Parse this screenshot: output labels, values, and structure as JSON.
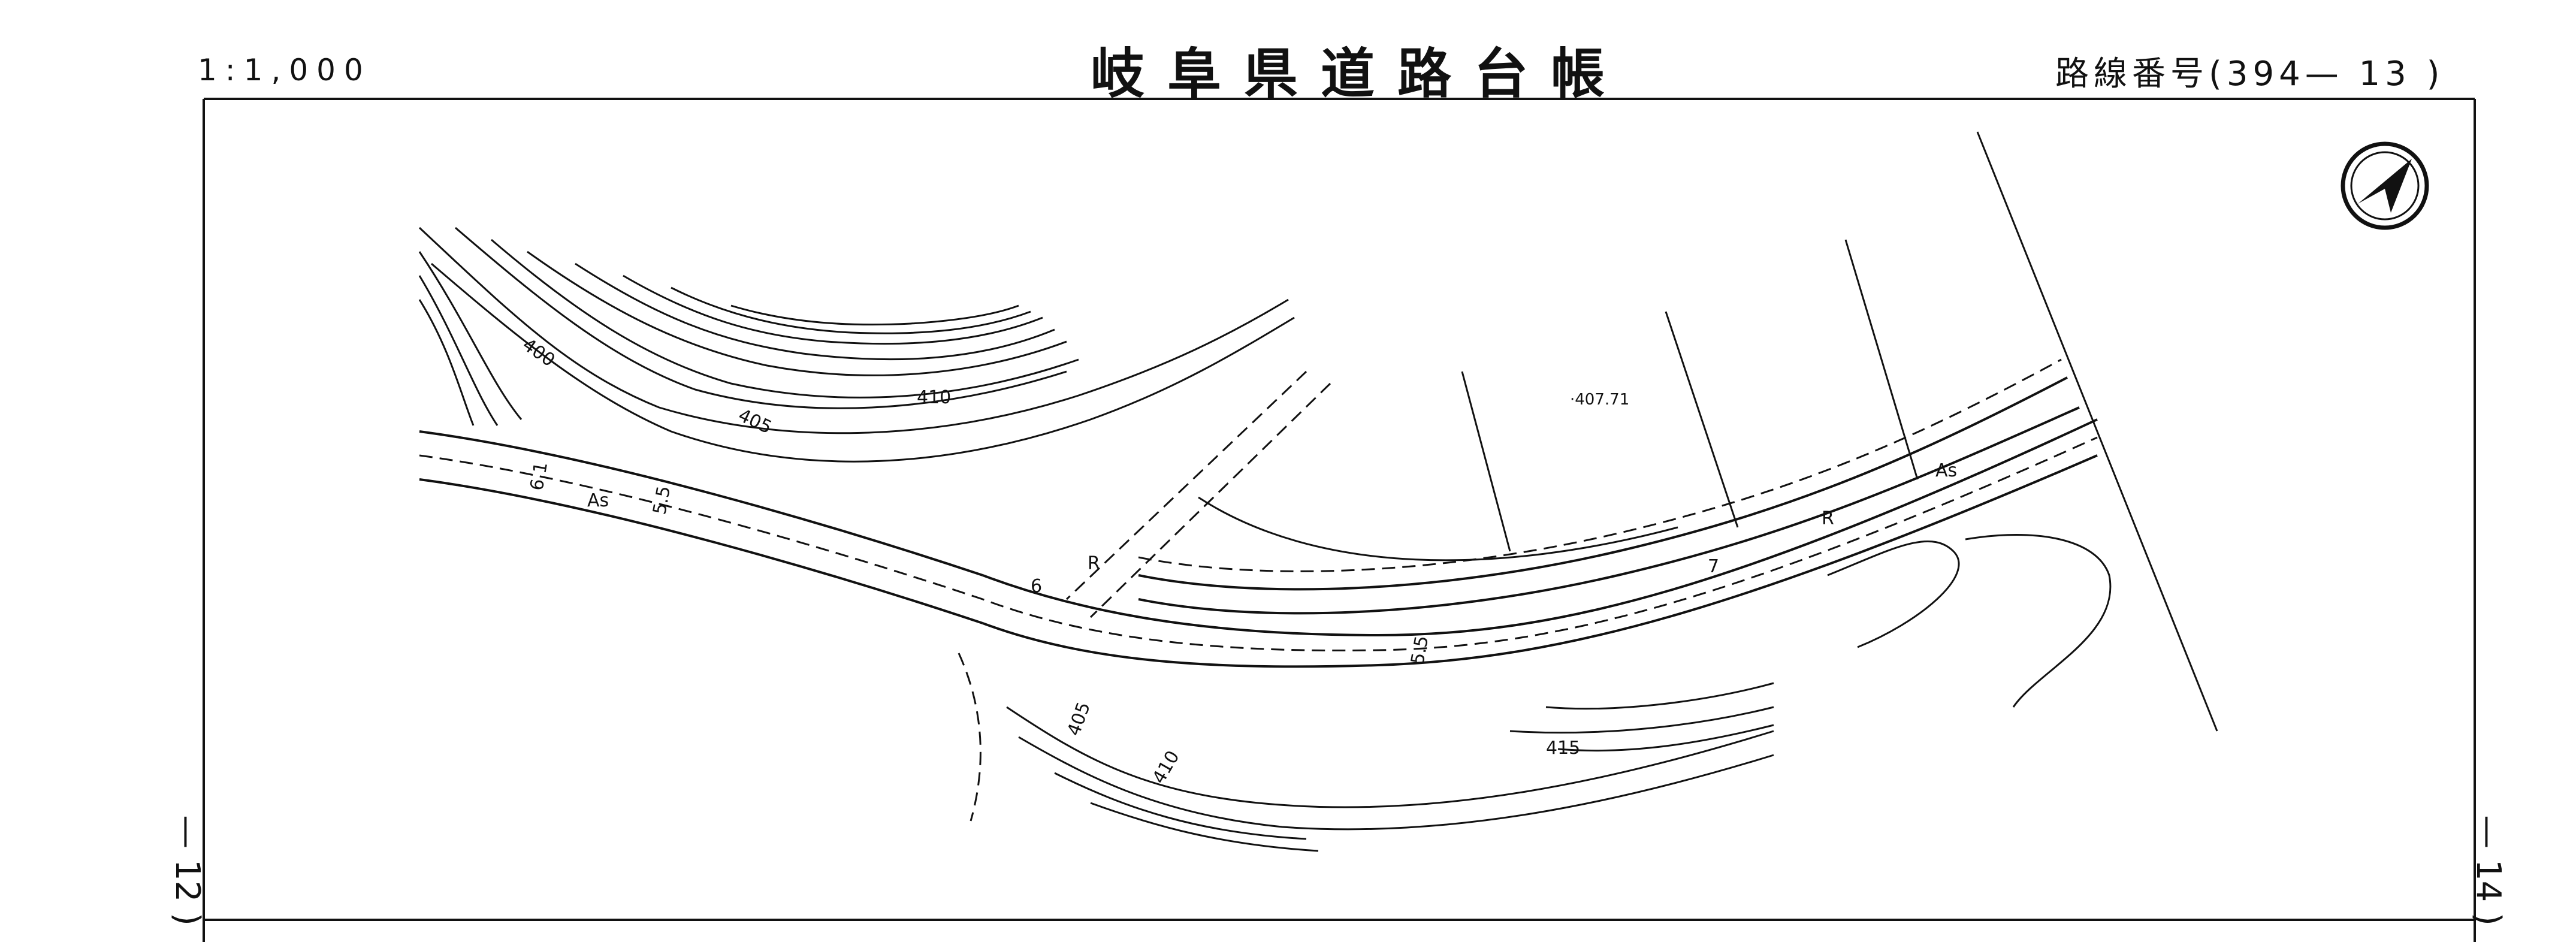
{
  "header": {
    "scale": "1:1,000",
    "title": "岐阜県道路台帳",
    "route_label": "路線番号(394— 13 )"
  },
  "sheet_refs": {
    "left": "— 12 )",
    "right": "— 14 )"
  },
  "map_labels": {
    "elev_400": "400",
    "elev_405a": "405",
    "elev_405b": "405",
    "elev_410a": "410",
    "elev_410b": "410",
    "elev_415": "415",
    "spot_height": "·407.71",
    "pave_left": "As",
    "pave_right": "As",
    "width_61": "6.1",
    "width_55a": "5.5",
    "width_55b": "5.5",
    "width_6": "6",
    "width_7": "7",
    "mark_r1": "R",
    "mark_r2": "R"
  },
  "colors": {
    "ink": "#111111",
    "paper": "#ffffff"
  },
  "icons": {
    "north_arrow": "north-arrow-icon"
  }
}
